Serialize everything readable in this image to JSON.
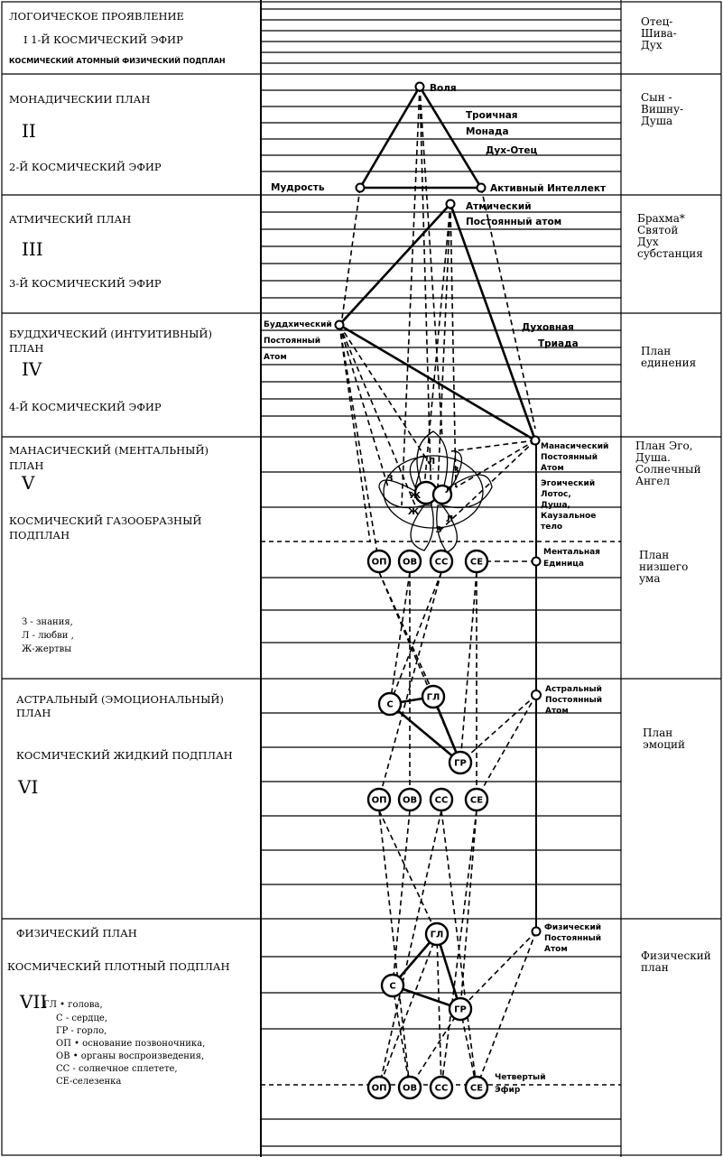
{
  "left_panel": {
    "plane1": {
      "title": "ЛОГОИЧЕСКОЕ ПРОЯВЛЕНИЕ",
      "ether": "I 1-Й КОСМИЧЕСКИЙ ЭФИР",
      "subplane": "КОСМИЧЕСКИЙ АТОМНЫЙ ФИЗИЧЕСКИЙ ПОДПЛАН"
    },
    "plane2": {
      "title": "МОНАДИЧЕСКИИ ПЛАН",
      "roman": "II",
      "ether": "2-Й КОСМИЧЕСКИЙ ЭФИР"
    },
    "plane3": {
      "title": "АТМИЧЕСКИЙ ПЛАН",
      "roman": "III",
      "ether": "3-Й КОСМИЧЕСКИЙ ЭФИР"
    },
    "plane4": {
      "title_line1": "БУДДХИЧЕСКИЙ (ИНТУИТИВНЫЙ)",
      "title_line2": "ПЛАН",
      "roman": "IV",
      "ether": "4-Й КОСМИЧЕСКИЙ ЭФИР"
    },
    "plane5": {
      "title_line1": "МАНАСИЧЕСКИЙ (МЕНТАЛЬНЫЙ)",
      "title_line2": "ПЛАН",
      "roman": "V",
      "subplane_line1": "КОСМИЧЕСКИЙ ГАЗООБРАЗНЫЙ",
      "subplane_line2": "ПОДПЛАН",
      "legend_line1": "З - знания,",
      "legend_line2": "Л - любви ,",
      "legend_line3": "Ж-жертвы"
    },
    "plane6": {
      "title_line1": "АСТРАЛЬНЫЙ (ЭМОЦИОНАЛЬНЫЙ)",
      "title_line2": "ПЛАН",
      "subplane": "КОСМИЧЕСКИЙ ЖИДКИЙ ПОДПЛАН",
      "roman": "VI"
    },
    "plane7": {
      "title": "ФИЗИЧЕСКИЙ ПЛАН",
      "subplane": "КОСМИЧЕСКИЙ ПЛОТНЫЙ ПОДПЛАН",
      "roman": "VII",
      "legend": [
        "ГЛ • голова,",
        "С - сердце,",
        "ГР - горло,",
        "ОП • основание позвоночника,",
        "ОВ • органы воспроизведения,",
        "СС - солнечное сплетете,",
        "СЕ-селезенка"
      ]
    }
  },
  "right_panel": {
    "r1": [
      "Отец-",
      "Шива-",
      "Дух"
    ],
    "r2": [
      "Сын -",
      "Вишну-",
      "Душа"
    ],
    "r3": [
      "Брахма*",
      "Святой",
      "Дух",
      "субстанция"
    ],
    "r4": [
      "План",
      "единения"
    ],
    "r5": [
      "План Эго,",
      "Душа.",
      "Солнечный",
      "Ангел"
    ],
    "r5b": [
      "План",
      "низшего",
      "ума"
    ],
    "r6": [
      "План",
      "эмоций"
    ],
    "r7": [
      "Физический",
      "план"
    ]
  },
  "diagram": {
    "will": "Воля",
    "triple_monad": [
      "Троичная",
      "Монада",
      "Дух-Отец"
    ],
    "wisdom": "Мудрость",
    "active_intellect": "Активный Интеллект",
    "atmic_atom": [
      "Атмический",
      "Постоянный атом"
    ],
    "buddhic_atom": [
      "Буддхический",
      "Постоянный",
      "Атом"
    ],
    "spiritual_triad": [
      "Духовная",
      "Триада"
    ],
    "manasic_atom": [
      "Манасический",
      "Постоянный",
      "Атом"
    ],
    "egoic_lotus": [
      "Эгоический",
      "Лотос,",
      "Душа,",
      "Каузальное",
      "тело"
    ],
    "mental_unit": [
      "Ментальная",
      "Единица"
    ],
    "astral_atom": [
      "Астральный",
      "Постоянный",
      "Атом"
    ],
    "physical_atom": [
      "Физический",
      "Постоянный",
      "Атом"
    ],
    "fourth_ether": [
      "Четвертый",
      "Эфир"
    ],
    "petal_labels": [
      "З",
      "Л",
      "Ж",
      "З",
      "Л",
      "Ж",
      "З",
      "Л"
    ],
    "centers_bottom": [
      "ОП",
      "ОВ",
      "СС",
      "СЕ"
    ],
    "centers_top": [
      "ГЛ",
      "С",
      "ГР"
    ]
  },
  "colors": {
    "line": "#000000",
    "background": "#ffffff"
  }
}
